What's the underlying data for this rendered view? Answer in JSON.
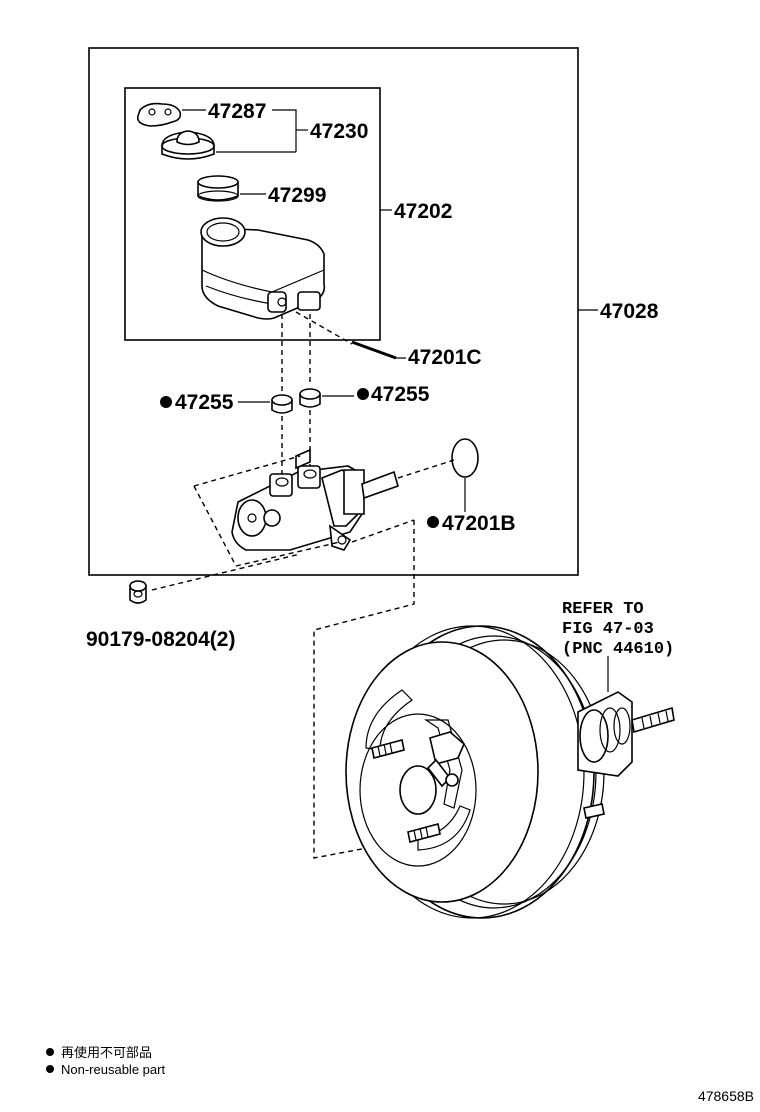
{
  "parts": {
    "p47287": "47287",
    "p47230": "47230",
    "p47299": "47299",
    "p47202": "47202",
    "p47028": "47028",
    "p47201c": "47201C",
    "p47255_left": "47255",
    "p47255_right": "47255",
    "p47201b": "47201B",
    "p90179": "90179-08204(2)"
  },
  "refer": {
    "line1": "REFER TO",
    "line2": "FIG 47-03",
    "line3": "(PNC 44610)"
  },
  "legend": {
    "chinese": "再使用不可部品",
    "english": "Non-reusable part"
  },
  "diagram_code": "478658B"
}
